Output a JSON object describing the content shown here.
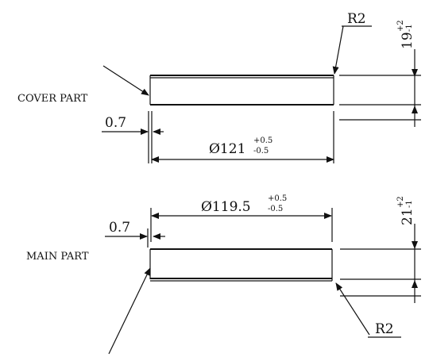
{
  "labels": {
    "cover_part": "COVER PART",
    "main_part": "MAIN PART"
  },
  "dims": {
    "cover_radius": "R2",
    "cover_height": "19",
    "cover_height_tol_plus": "+2",
    "cover_height_tol_minus": "-1",
    "cover_gap": "0.7",
    "cover_diameter": "Ø121",
    "cover_diameter_tol_plus": "+0.5",
    "cover_diameter_tol_minus": "-0.5",
    "main_diameter": "Ø119.5",
    "main_diameter_tol_plus": "+0.5",
    "main_diameter_tol_minus": "-0.5",
    "main_height": "21",
    "main_height_tol_plus": "+2",
    "main_height_tol_minus": "-1",
    "main_gap": "0.7",
    "main_radius": "R2"
  }
}
